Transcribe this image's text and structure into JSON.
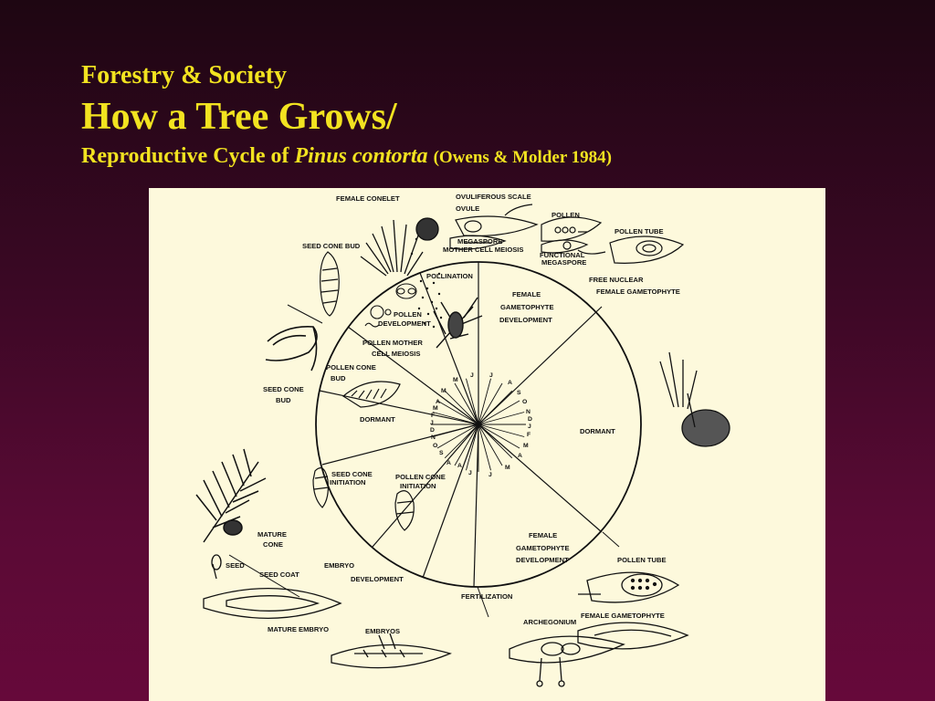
{
  "header": {
    "course": "Forestry & Society",
    "title": "How a Tree Grows/",
    "caption_prefix": "Reproductive Cycle of ",
    "caption_species": "Pinus contorta",
    "caption_ref": "(Owens & Molder 1984)"
  },
  "diagram": {
    "labels": {
      "female_conelet": "FEMALE CONELET",
      "ovuliferous_scale": "OVULIFEROUS SCALE",
      "ovule": "OVULE",
      "pollen": "POLLEN",
      "megaspore_1": "MEGASPORE",
      "megaspore_2": "MOTHER CELL MEIOSIS",
      "functional_1": "FUNCTIONAL",
      "functional_2": "MEGASPORE",
      "pollen_tube_top": "POLLEN TUBE",
      "free_nuclear_1": "FREE NUCLEAR",
      "free_nuclear_2": "FEMALE GAMETOPHYTE",
      "seed_cone_bud_top": "SEED CONE BUD",
      "pollination": "POLLINATION",
      "fgd_top_1": "FEMALE",
      "fgd_top_2": "GAMETOPHYTE",
      "fgd_top_3": "DEVELOPMENT",
      "pollen_dev_1": "POLLEN",
      "pollen_dev_2": "DEVELOPMENT",
      "pmcm_1": "POLLEN MOTHER",
      "pmcm_2": "CELL MEIOSIS",
      "pollen_cone_bud_1": "POLLEN CONE",
      "pollen_cone_bud_2": "BUD",
      "seed_cone_bud_left_1": "SEED CONE",
      "seed_cone_bud_left_2": "BUD",
      "dormant_left": "DORMANT",
      "dormant_right": "DORMANT",
      "seed_cone_init_1": "SEED CONE",
      "seed_cone_init_2": "INITIATION",
      "pollen_cone_init_1": "POLLEN CONE",
      "pollen_cone_init_2": "INITIATION",
      "mature_cone_1": "MATURE",
      "mature_cone_2": "CONE",
      "seed": "SEED",
      "seed_coat": "SEED COAT",
      "embryo_1": "EMBRYO",
      "embryo_2": "DEVELOPMENT",
      "fgd_bottom_1": "FEMALE",
      "fgd_bottom_2": "GAMETOPHYTE",
      "fgd_bottom_3": "DEVELOPMENT",
      "pollen_tube_bottom": "POLLEN TUBE",
      "fertilization": "FERTILIZATION",
      "archegonium": "ARCHEGONIUM",
      "female_gametophyte": "FEMALE GAMETOPHYTE",
      "mature_embryo": "MATURE EMBRYO",
      "embryos": "EMBRYOS"
    },
    "months_left": [
      "M",
      "A",
      "M",
      "F",
      "J",
      "D",
      "N",
      "O",
      "S",
      "A"
    ],
    "months_right": [
      "J",
      "A",
      "S",
      "O",
      "N",
      "D",
      "J",
      "F",
      "M",
      "A",
      "M"
    ],
    "months_top": [
      "M",
      "J",
      "J"
    ],
    "months_bottom": [
      "J",
      "J",
      "A",
      "M"
    ]
  }
}
